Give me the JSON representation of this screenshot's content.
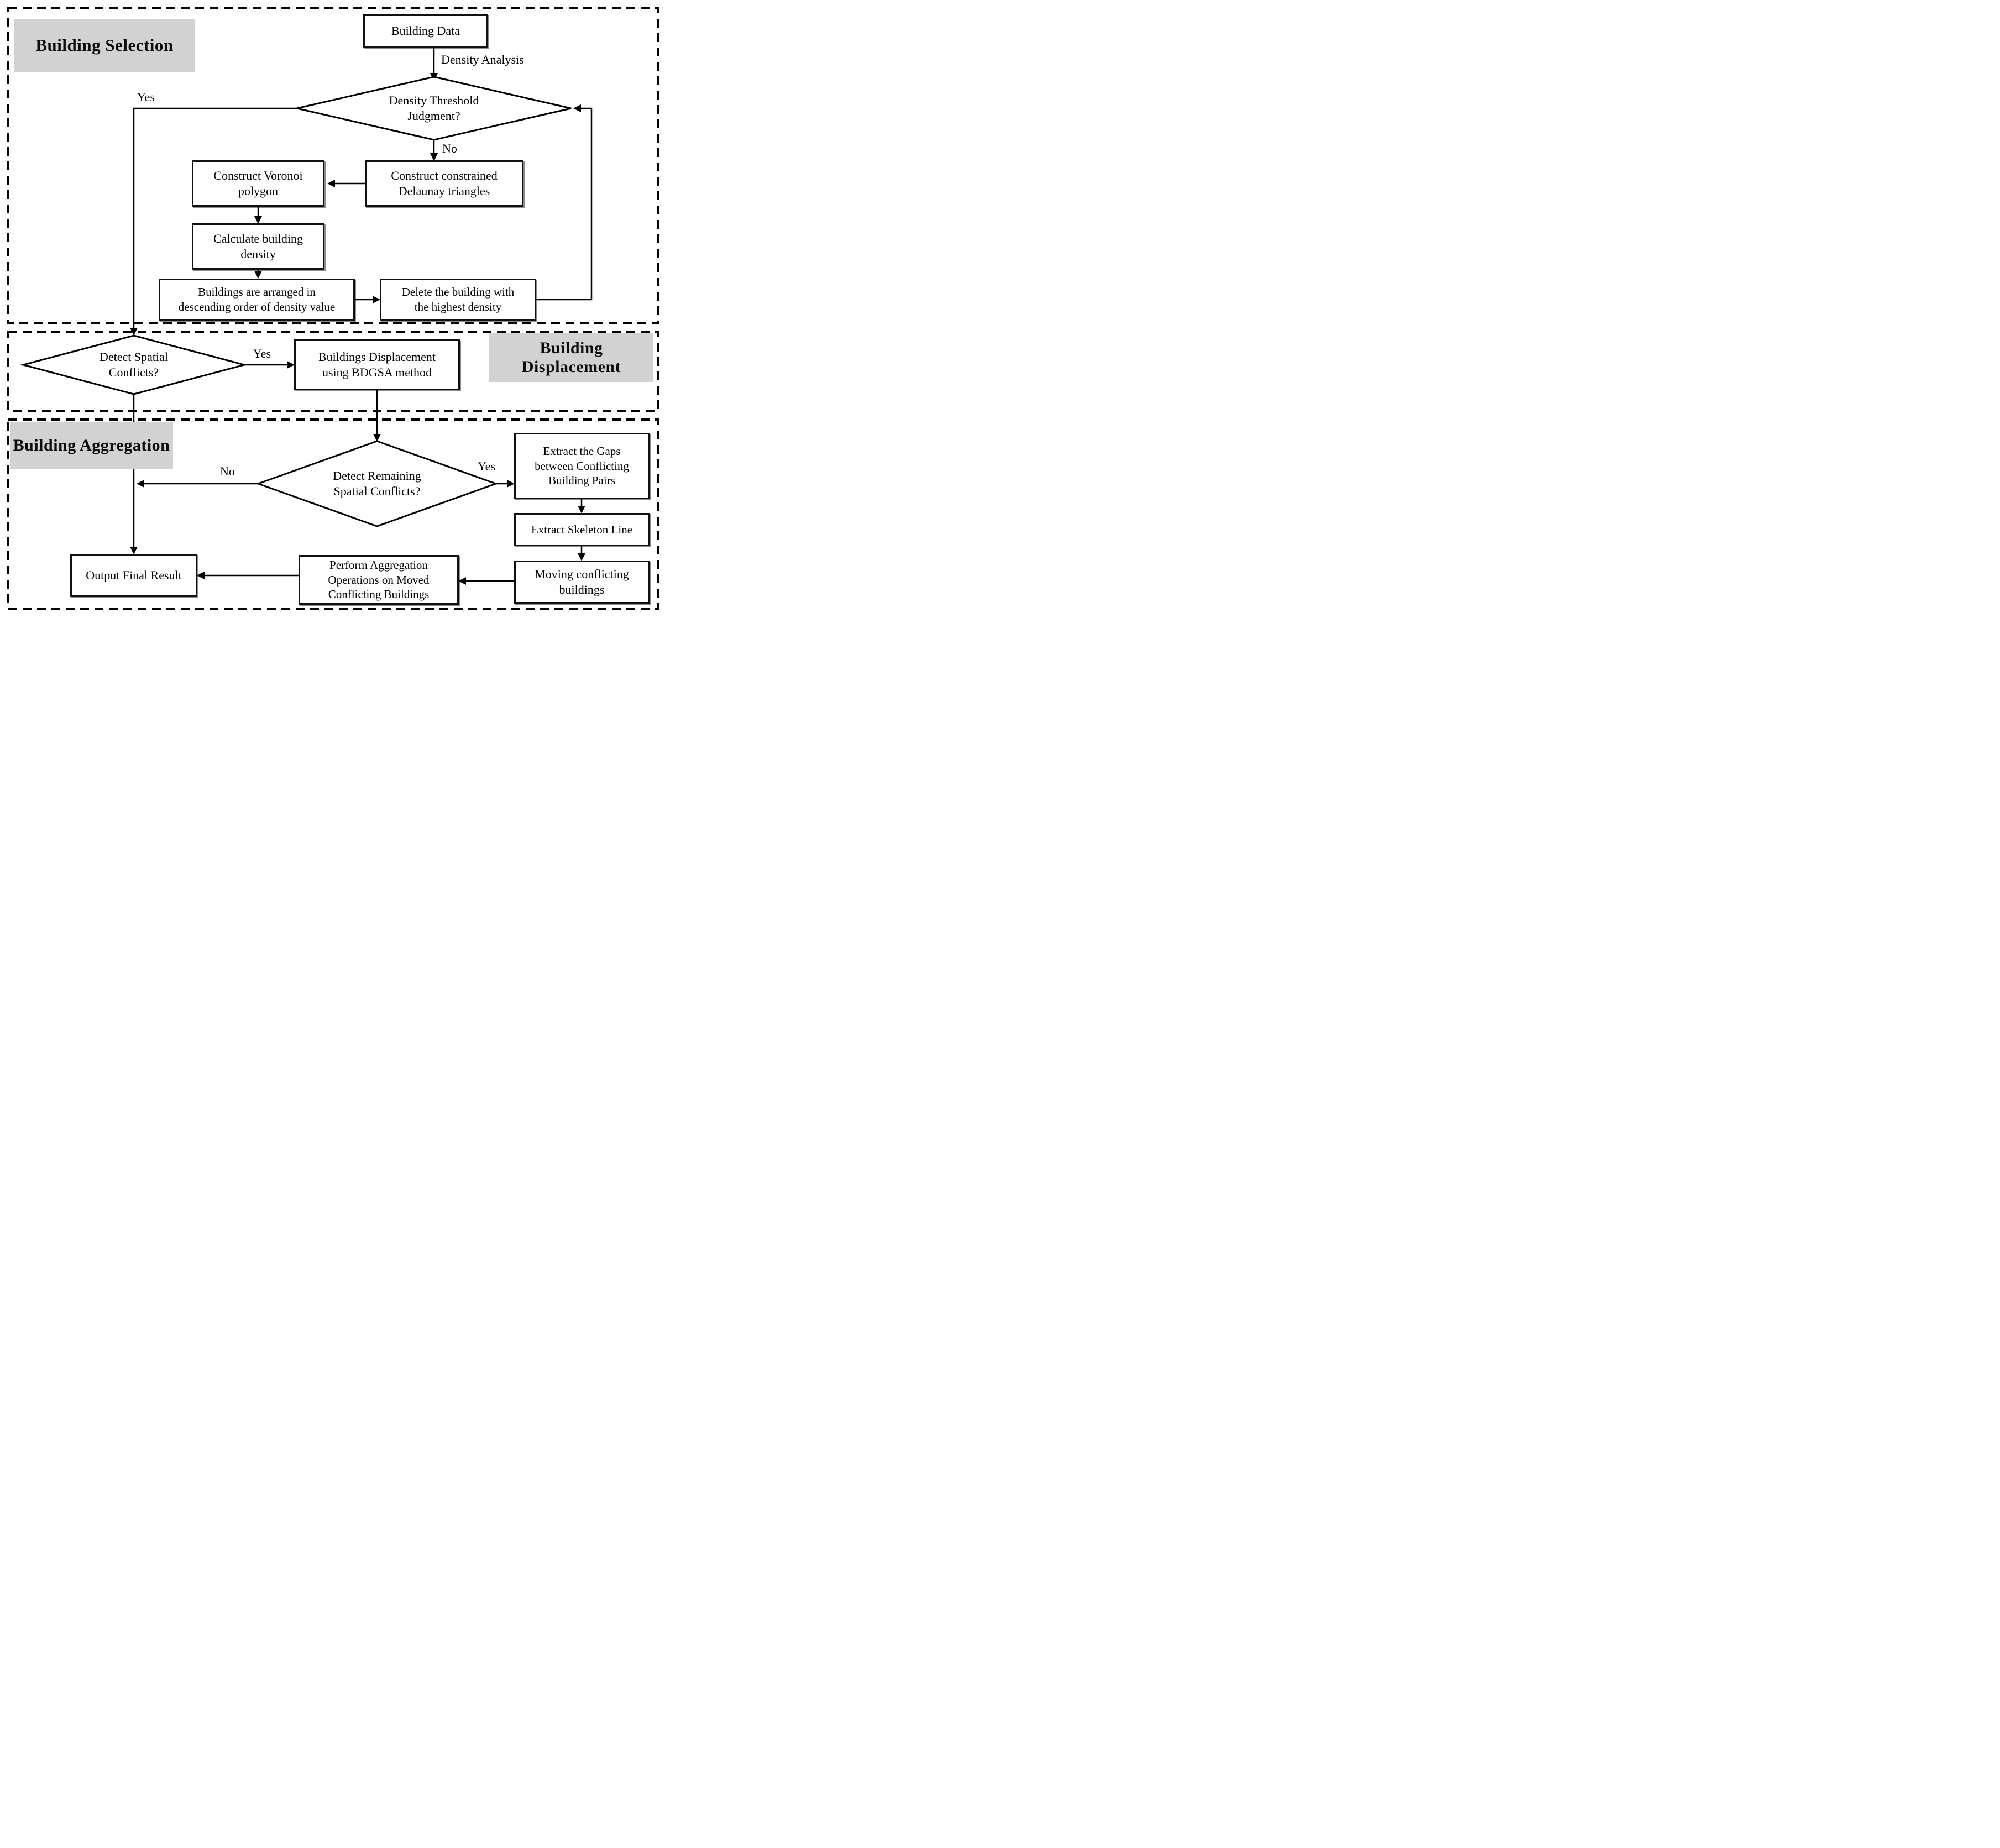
{
  "sections": {
    "selection": {
      "label": "Building Selection"
    },
    "displacement": {
      "label": "Building Displacement"
    },
    "aggregation": {
      "label": "Building Aggregation"
    }
  },
  "nodes": {
    "building_data": {
      "label": "Building Data"
    },
    "density_threshold": {
      "label": "Density Threshold\nJudgment?"
    },
    "construct_delaunay": {
      "label": "Construct constrained\nDelaunay triangles"
    },
    "construct_voronoi": {
      "label": "Construct Voronoi\npolygon"
    },
    "calculate_density": {
      "label": "Calculate building\ndensity"
    },
    "arrange_buildings": {
      "label": "Buildings are arranged in\ndescending order of density value"
    },
    "delete_building": {
      "label": "Delete the building with\nthe highest density"
    },
    "detect_conflicts": {
      "label": "Detect Spatial\nConflicts?"
    },
    "bdgsa": {
      "label": "Buildings Displacement\nusing BDGSA method"
    },
    "detect_remaining": {
      "label": "Detect Remaining\nSpatial Conflicts?"
    },
    "extract_gaps": {
      "label": "Extract the Gaps\nbetween Conflicting\nBuilding Pairs"
    },
    "extract_skeleton": {
      "label": "Extract Skeleton Line"
    },
    "moving_buildings": {
      "label": "Moving conflicting\nbuildings"
    },
    "perform_aggregation": {
      "label": "Perform Aggregation\nOperations on Moved\nConflicting Buildings"
    },
    "output_result": {
      "label": "Output Final Result"
    }
  },
  "edge_labels": {
    "density_analysis": "Density Analysis",
    "threshold_yes": "Yes",
    "threshold_no": "No",
    "conflicts_yes": "Yes",
    "remaining_no": "No",
    "remaining_yes": "Yes"
  },
  "colors": {
    "section_label_bg": "#d2d2d2",
    "line": "#000000",
    "background": "#ffffff"
  }
}
